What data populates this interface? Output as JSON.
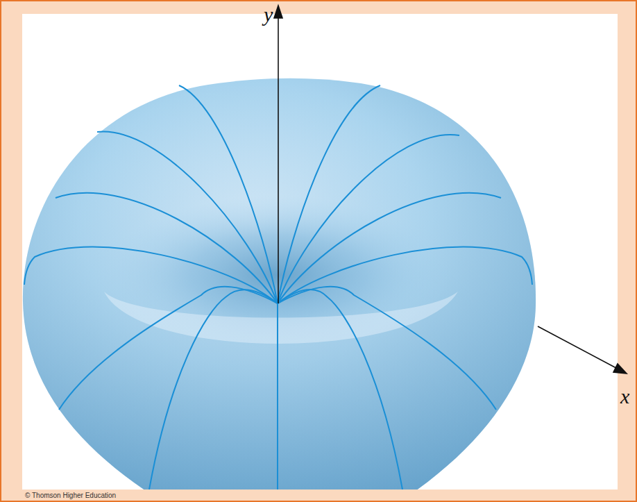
{
  "diagram": {
    "labels": [
      "y",
      "x",
      "© Thomson Higher Education"
    ]
  }
}
